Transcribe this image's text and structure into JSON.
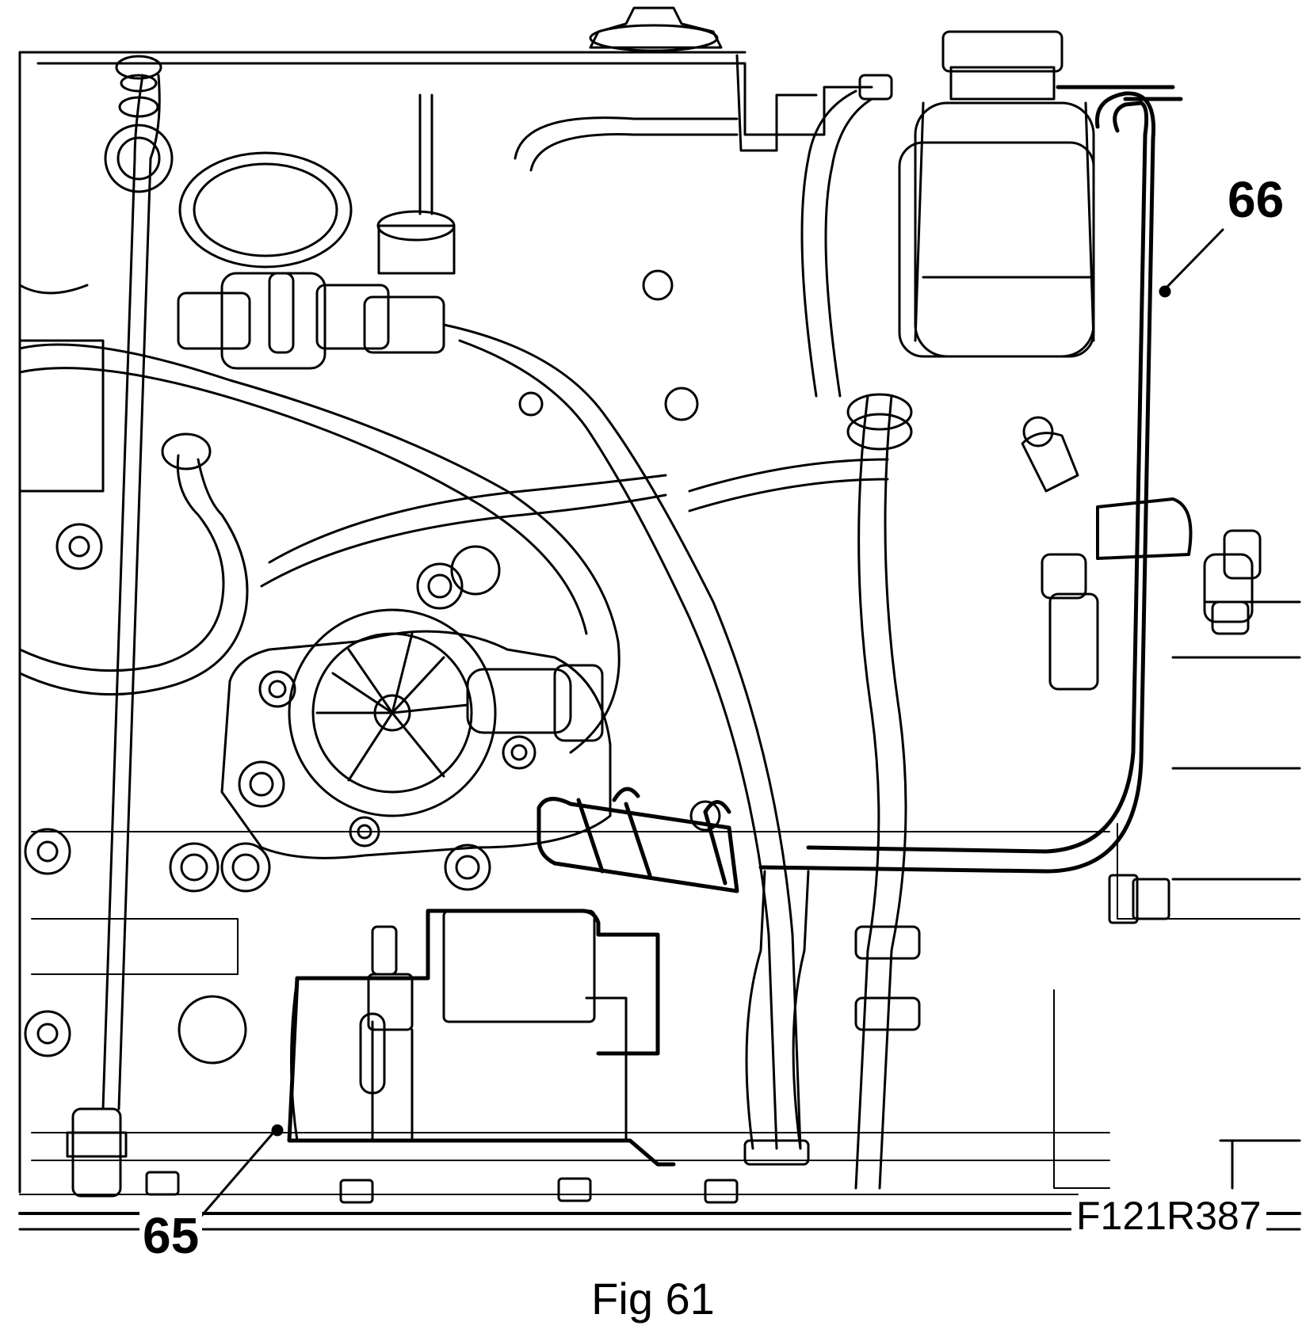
{
  "figure": {
    "callouts": [
      {
        "id": "66",
        "text": "66"
      },
      {
        "id": "65",
        "text": "65"
      }
    ],
    "code": "F121R387",
    "caption": "Fig 61"
  },
  "colors": {
    "line": "#000000",
    "background": "#ffffff"
  }
}
